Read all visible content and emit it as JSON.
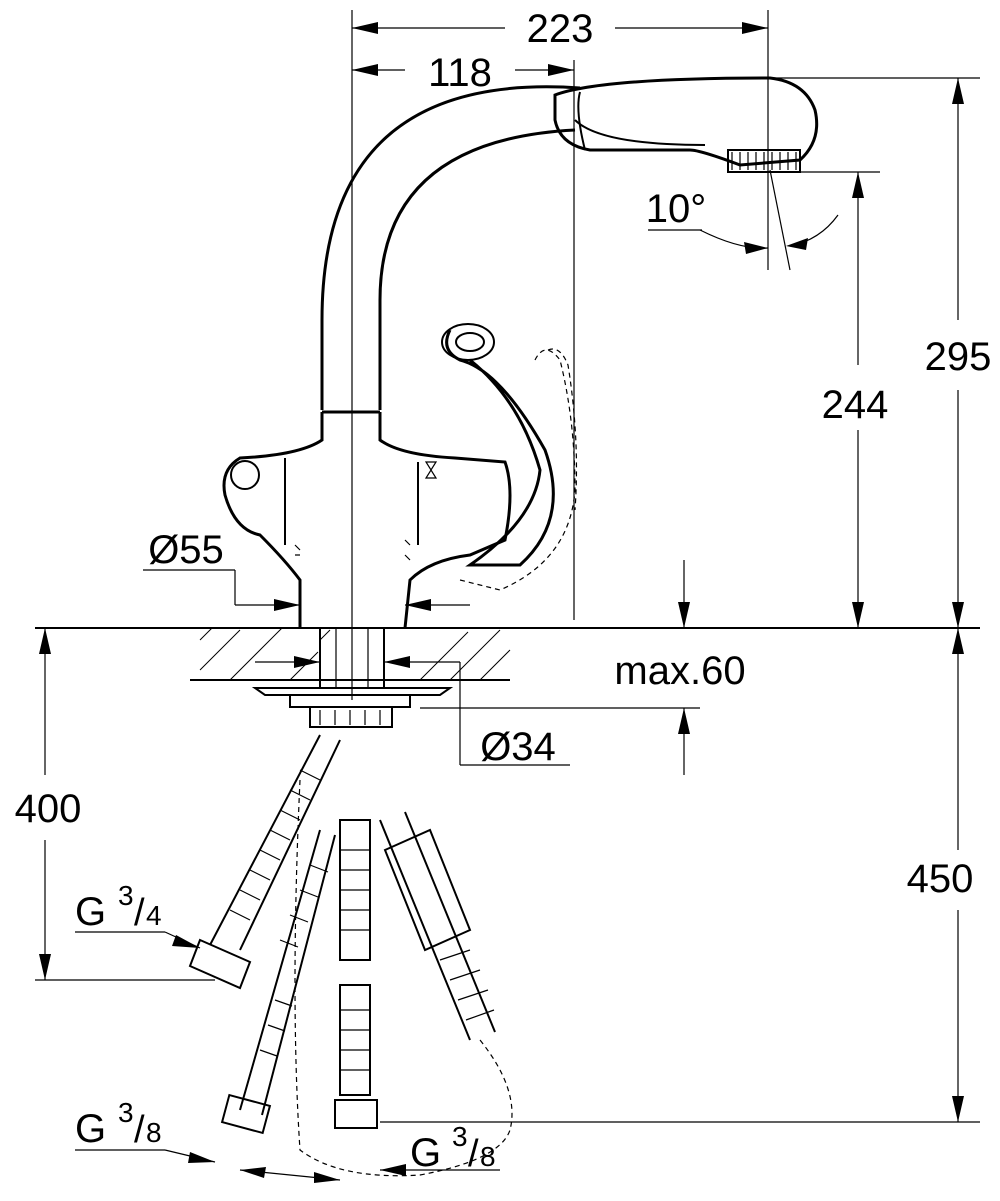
{
  "dimensions": {
    "width_top": "223",
    "width_spout": "118",
    "angle": "10°",
    "height_total": "295",
    "height_spout": "244",
    "base_diameter": "Ø55",
    "deck_max": "max.60",
    "shank_diameter": "Ø34",
    "hose_length_left": "400",
    "hose_length_right": "450"
  },
  "threads": {
    "left_large": {
      "base": "G",
      "num": "3",
      "den": "4"
    },
    "left_small": {
      "base": "G",
      "num": "3",
      "den": "8"
    },
    "right_small": {
      "base": "G",
      "num": "3",
      "den": "8"
    }
  }
}
